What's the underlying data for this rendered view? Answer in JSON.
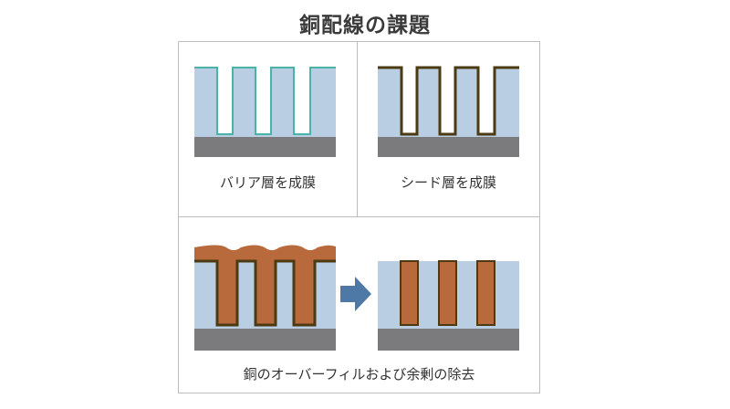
{
  "title": "銅配線の課題",
  "panels": {
    "barrier": {
      "label": "バリア層を成膜"
    },
    "seed": {
      "label": "シード層を成膜"
    },
    "cmp": {
      "label": "銅のオーバーフィルおよび余剰の除去"
    }
  },
  "colors": {
    "dielectric": "#b9cde3",
    "substrate": "#7b7b7d",
    "barrier_line": "#4ab3a8",
    "seed_line": "#4b3a12",
    "copper": "#b86a3c",
    "arrow": "#4e79a7",
    "border": "#bdbdbd"
  },
  "icons": {
    "arrow": "right-arrow-icon"
  }
}
